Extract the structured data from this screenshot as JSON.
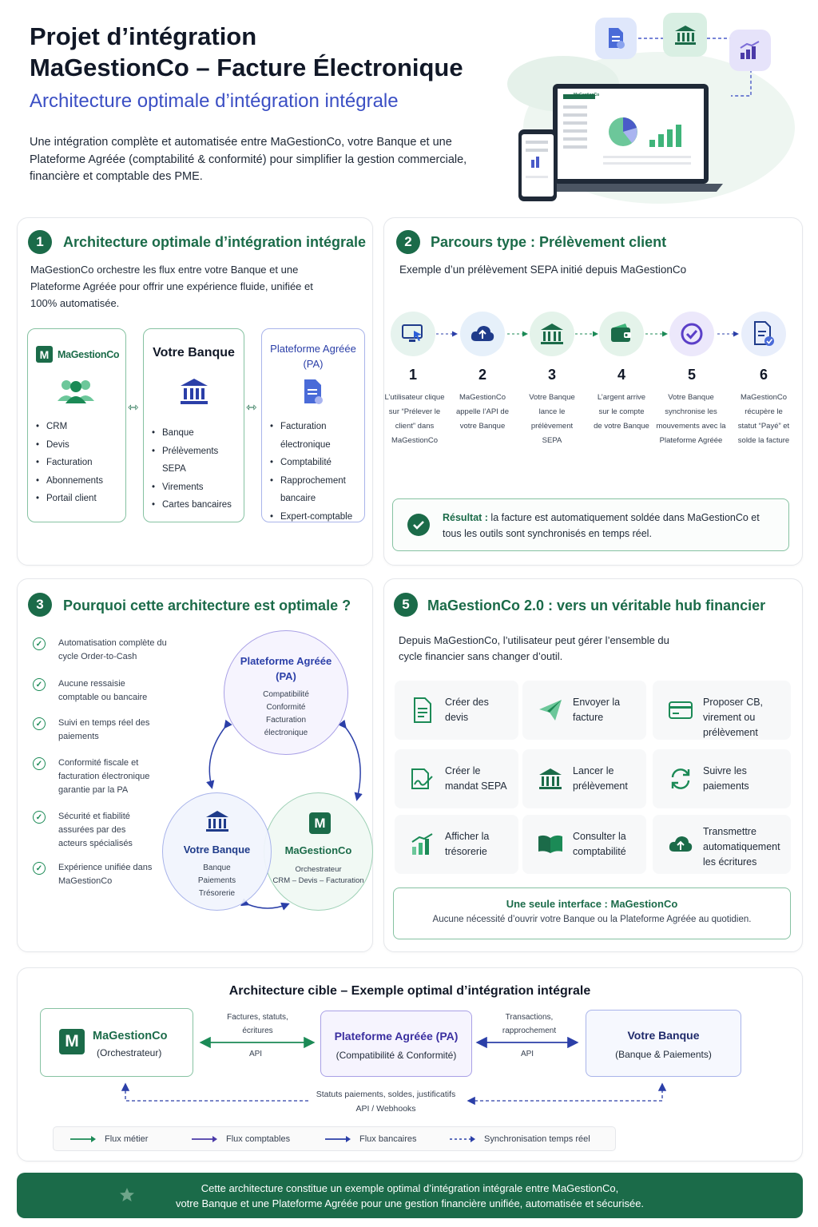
{
  "header": {
    "title_line1": "Projet d’intégration",
    "title_line2": "MaGestionCo – Facture Électronique",
    "subtitle": "Architecture optimale d’intégration intégrale",
    "intro": "Une intégration complète et automatisée entre MaGestionCo, votre Banque et une Plateforme Agréée (comptabilité & conformité) pour simplifier la gestion commerciale, financière et comptable des PME.",
    "laptop_brand": "MaGestionCo"
  },
  "section1": {
    "number": "1",
    "title": "Architecture optimale d’intégration intégrale",
    "desc": "MaGestionCo orchestre les flux entre votre Banque et une Plateforme Agréée pour offrir une expérience fluide, unifiée et 100% automatisée.",
    "col1": {
      "logo_letter": "M",
      "title": "MaGestionCo",
      "items": [
        "CRM",
        "Devis",
        "Facturation",
        "Abonnements",
        "Portail client"
      ]
    },
    "col2": {
      "title": "Votre Banque",
      "items": [
        "Banque",
        "Prélèvements SEPA",
        "Virements",
        "Cartes bancaires"
      ]
    },
    "col3": {
      "title": "Plateforme Agréée (PA)",
      "items": [
        "Facturation électronique",
        "Comptabilité",
        "Rapprochement bancaire",
        "Expert-comptable"
      ]
    },
    "arrow": "⇿"
  },
  "section2": {
    "number": "2",
    "title": "Parcours type : Prélèvement client",
    "desc": "Exemple d’un prélèvement SEPA initié depuis MaGestionCo",
    "steps": [
      {
        "num": "1",
        "text": "L’utilisateur clique sur “Prélever le client” dans MaGestionCo",
        "icon": "computer-click-icon",
        "bg": "#e6f3ee"
      },
      {
        "num": "2",
        "text": "MaGestionCo appelle l’API de votre Banque",
        "icon": "cloud-upload-icon",
        "bg": "#e6f0fa"
      },
      {
        "num": "3",
        "text": "Votre Banque lance le prélèvement SEPA",
        "icon": "bank-icon",
        "bg": "#e4f3ea"
      },
      {
        "num": "4",
        "text": "L’argent arrive sur le compte de votre Banque",
        "icon": "wallet-icon",
        "bg": "#e4f3ea"
      },
      {
        "num": "5",
        "text": "Votre Banque synchronise les mouvements avec la Plateforme Agréée",
        "icon": "check-circle-icon",
        "bg": "#ece8fb"
      },
      {
        "num": "6",
        "text": "MaGestionCo récupère le statut “Payé” et solde la facture",
        "icon": "document-check-icon",
        "bg": "#e8eefb"
      }
    ],
    "result_label": "Résultat :",
    "result_text": " la facture est automatiquement soldée dans MaGestionCo et tous les outils sont synchronisés en temps réel."
  },
  "section3": {
    "number": "3",
    "title": "Pourquoi cette architecture est optimale ?",
    "checks": [
      "Automatisation complète du cycle Order-to-Cash",
      "Aucune ressaisie comptable ou bancaire",
      "Suivi en temps réel des paiements",
      "Conformité fiscale et facturation électronique garantie par la PA",
      "Sécurité et fiabilité assurées par des acteurs spécialisés",
      "Expérience unifiée dans MaGestionCo"
    ],
    "circle_pa": {
      "title": "Plateforme Agréée (PA)",
      "lines": [
        "Compatibilité",
        "Conformité",
        "Facturation",
        "électronique"
      ]
    },
    "circle_bank": {
      "title": "Votre Banque",
      "lines": [
        "Banque",
        "Paiements",
        "Trésorerie"
      ]
    },
    "circle_mgc": {
      "letter": "M",
      "title": "MaGestionCo",
      "lines": [
        "Orchestrateur",
        "CRM – Devis – Facturation"
      ]
    }
  },
  "section5": {
    "number": "5",
    "title": "MaGestionCo 2.0 : vers un véritable hub financier",
    "desc": "Depuis MaGestionCo, l’utilisateur peut gérer l’ensemble du cycle financier sans changer d’outil.",
    "tiles": [
      {
        "label": "Créer des devis",
        "icon": "document-icon"
      },
      {
        "label": "Envoyer la facture",
        "icon": "paper-plane-icon"
      },
      {
        "label": "Proposer CB, virement ou prélèvement",
        "icon": "credit-card-icon"
      },
      {
        "label": "Créer le mandat SEPA",
        "icon": "signature-icon"
      },
      {
        "label": "Lancer le prélèvement",
        "icon": "bank-icon"
      },
      {
        "label": "Suivre les paiements",
        "icon": "sync-icon"
      },
      {
        "label": "Afficher la trésorerie",
        "icon": "bar-chart-icon"
      },
      {
        "label": "Consulter la comptabilité",
        "icon": "book-icon"
      },
      {
        "label": "Transmettre automatiquement les écritures",
        "icon": "cloud-upload-icon"
      }
    ],
    "single_title": "Une seule interface : MaGestionCo",
    "single_text": "Aucune nécessité d’ouvrir votre Banque ou la Plateforme Agréée au quotidien."
  },
  "target": {
    "title": "Architecture cible – Exemple optimal d’intégration intégrale",
    "node1": {
      "letter": "M",
      "title": "MaGestionCo",
      "sub": "(Orchestrateur)"
    },
    "node2": {
      "title": "Plateforme Agréée (PA)",
      "sub": "(Compatibilité & Conformité)"
    },
    "node3": {
      "title": "Votre Banque",
      "sub": "(Banque & Paiements)"
    },
    "link1_top": "Factures, statuts, écritures",
    "link1_bottom": "API",
    "link2_top": "Transactions, rapprochement",
    "link2_bottom": "API",
    "bottom_link1": "Statuts paiements, soldes, justificatifs",
    "bottom_link2": "API / Webhooks",
    "legend": [
      "Flux métier",
      "Flux comptables",
      "Flux bancaires",
      "Synchronisation temps réel"
    ]
  },
  "footer": {
    "text_line1": "Cette architecture constitue un exemple optimal d’intégration intégrale entre MaGestionCo,",
    "text_line2": "votre Banque et une Plateforme Agréée pour une gestion financière unifiée, automatisée et sécurisée."
  },
  "colors": {
    "green": "#1b6b49",
    "blue": "#2b3fa8",
    "purple": "#4b3aa8"
  }
}
